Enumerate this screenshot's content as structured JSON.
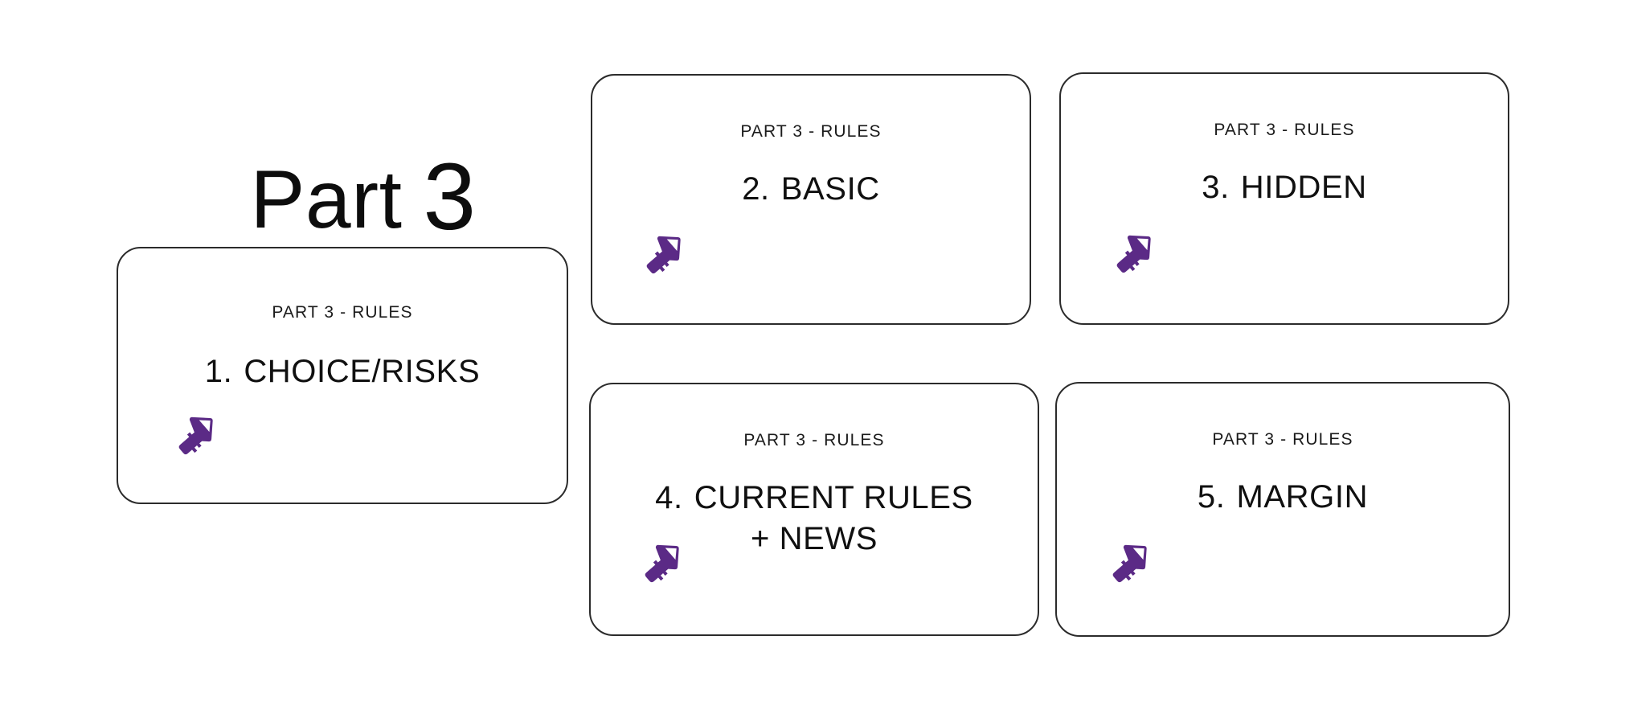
{
  "slide": {
    "title_word": "Part",
    "title_number": "3",
    "background_color": "#FFFFFF",
    "accent_color": "#5B2A86",
    "text_color": "#101010",
    "card_border_color": "#2B2B2B"
  },
  "cards": [
    {
      "id": "card-1",
      "eyebrow": "PART 3 - RULES",
      "number": "1.",
      "heading_line1": "CHOICE/RISKS",
      "heading_line2": "",
      "icon": "key-icon"
    },
    {
      "id": "card-2",
      "eyebrow": "PART 3 - RULES",
      "number": "2.",
      "heading_line1": "BASIC",
      "heading_line2": "",
      "icon": "key-icon"
    },
    {
      "id": "card-3",
      "eyebrow": "PART 3 - RULES",
      "number": "3.",
      "heading_line1": "HIDDEN",
      "heading_line2": "",
      "icon": "key-icon"
    },
    {
      "id": "card-4",
      "eyebrow": "PART 3 - RULES",
      "number": "4.",
      "heading_line1": "CURRENT RULES",
      "heading_line2": "+ NEWS",
      "icon": "key-icon"
    },
    {
      "id": "card-5",
      "eyebrow": "PART 3 - RULES",
      "number": "5.",
      "heading_line1": "MARGIN",
      "heading_line2": "",
      "icon": "key-icon"
    }
  ]
}
